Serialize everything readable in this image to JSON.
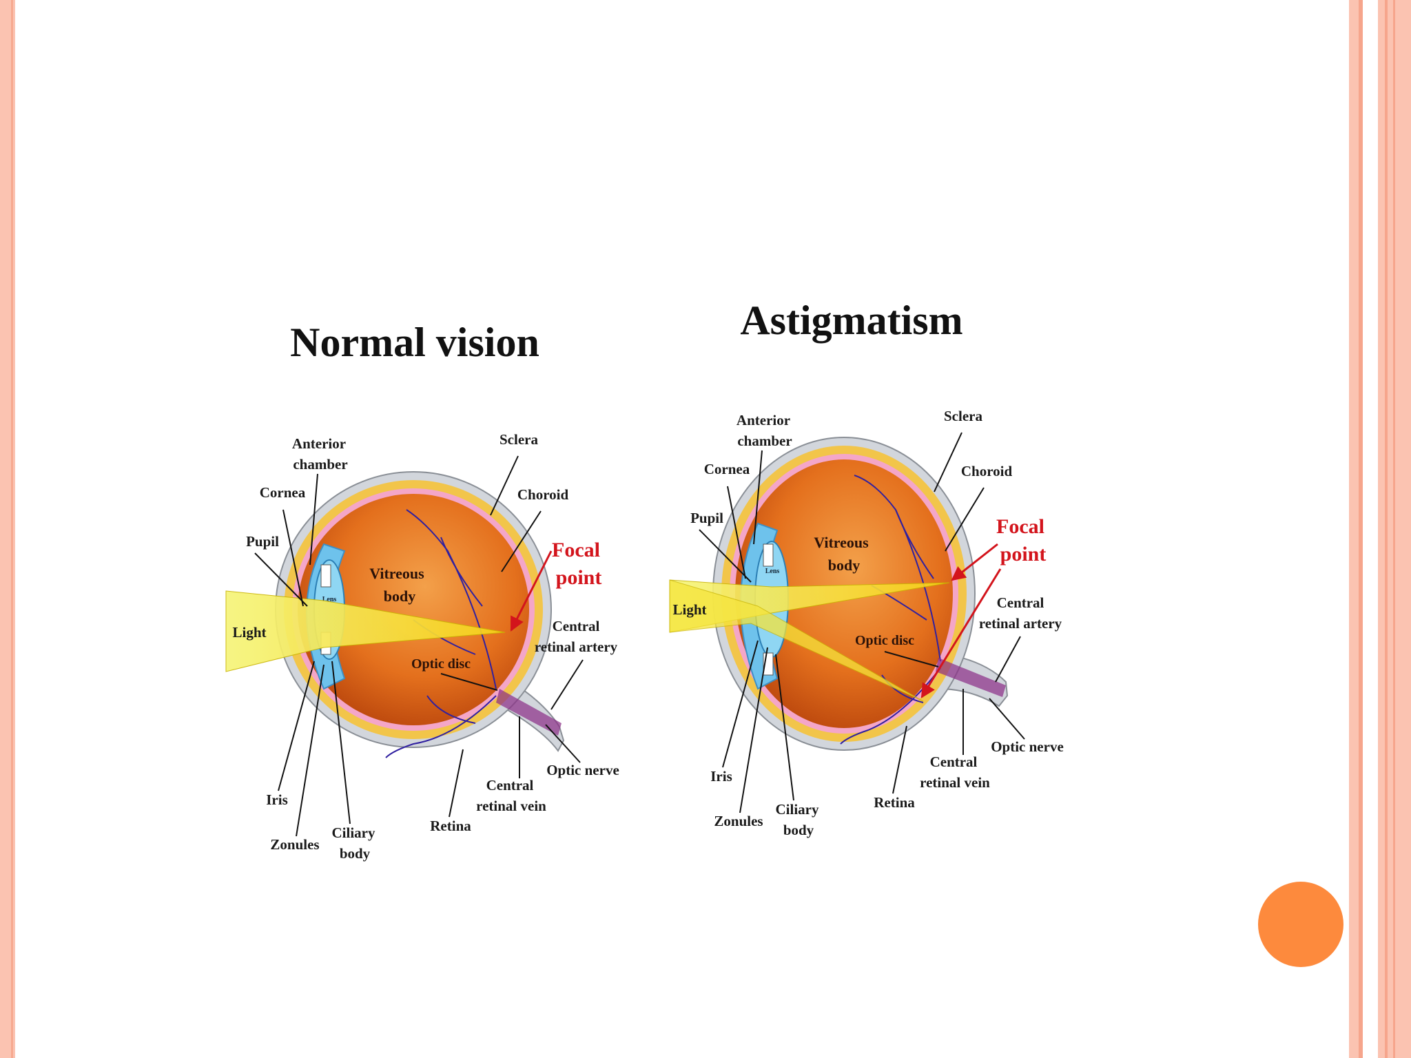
{
  "panels": [
    {
      "id": "normal",
      "title": "Normal vision",
      "labels": {
        "anterior_chamber": [
          "Anterior",
          "chamber"
        ],
        "sclera": "Sclera",
        "cornea": "Cornea",
        "choroid": "Choroid",
        "pupil": "Pupil",
        "focal_point": [
          "Focal",
          "point"
        ],
        "vitreous_body": [
          "Vitreous",
          "body"
        ],
        "lens": "Lens",
        "light": "Light",
        "central_retinal_artery": [
          "Central",
          "retinal artery"
        ],
        "optic_disc": "Optic disc",
        "optic_nerve": "Optic nerve",
        "central_retinal_vein": [
          "Central",
          "retinal vein"
        ],
        "iris": "Iris",
        "retina": "Retina",
        "zonules": "Zonules",
        "ciliary_body": [
          "Ciliary",
          "body"
        ]
      }
    },
    {
      "id": "astigmatism",
      "title": "Astigmatism",
      "labels": {
        "anterior_chamber": [
          "Anterior",
          "chamber"
        ],
        "sclera": "Sclera",
        "cornea": "Cornea",
        "choroid": "Choroid",
        "pupil": "Pupil",
        "focal_point": [
          "Focal",
          "point"
        ],
        "vitreous_body": [
          "Vitreous",
          "body"
        ],
        "lens": "Lens",
        "light": "Light",
        "central_retinal_artery": [
          "Central",
          "retinal artery"
        ],
        "optic_disc": "Optic disc",
        "optic_nerve": "Optic nerve",
        "central_retinal_vein": [
          "Central",
          "retinal vein"
        ],
        "iris": "Iris",
        "retina": "Retina",
        "zonules": "Zonules",
        "ciliary_body": [
          "Ciliary",
          "body"
        ]
      }
    }
  ],
  "colors": {
    "frame": "#fbc3b1",
    "slide_dot": "#fd8a3d",
    "sclera": "#d2d6dc",
    "choroid": "#f2c54a",
    "retina": "#f4a6c8",
    "vitreous": "#e56f1c",
    "light_beam": "#f7ee4a",
    "focal_label": "#d3141c"
  }
}
